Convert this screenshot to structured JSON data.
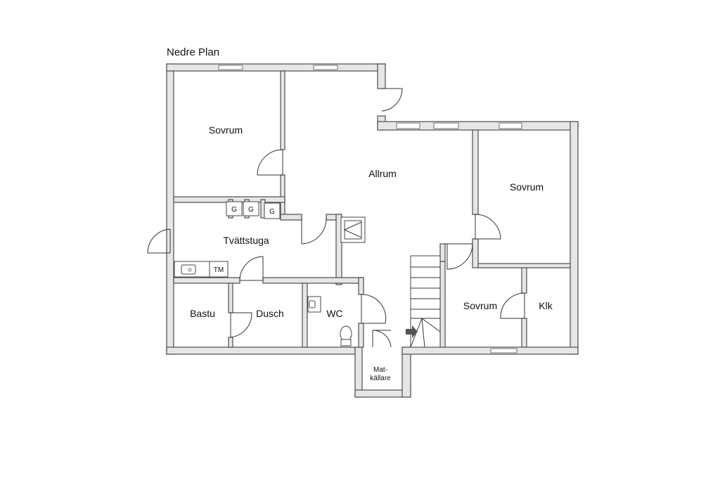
{
  "plan": {
    "title": "Nedre Plan",
    "rooms": {
      "sovrum_top_left": "Sovrum",
      "allrum": "Allrum",
      "sovrum_right": "Sovrum",
      "tvattstuga": "Tvättstuga",
      "bastu": "Bastu",
      "dusch": "Dusch",
      "wc": "WC",
      "sovrum_bottom": "Sovrum",
      "klk": "Klk",
      "matkallare_line1": "Mat-",
      "matkallare_line2": "källare"
    },
    "fixtures": {
      "g1": "G",
      "g2": "G",
      "g3": "G",
      "tm": "TM"
    }
  }
}
